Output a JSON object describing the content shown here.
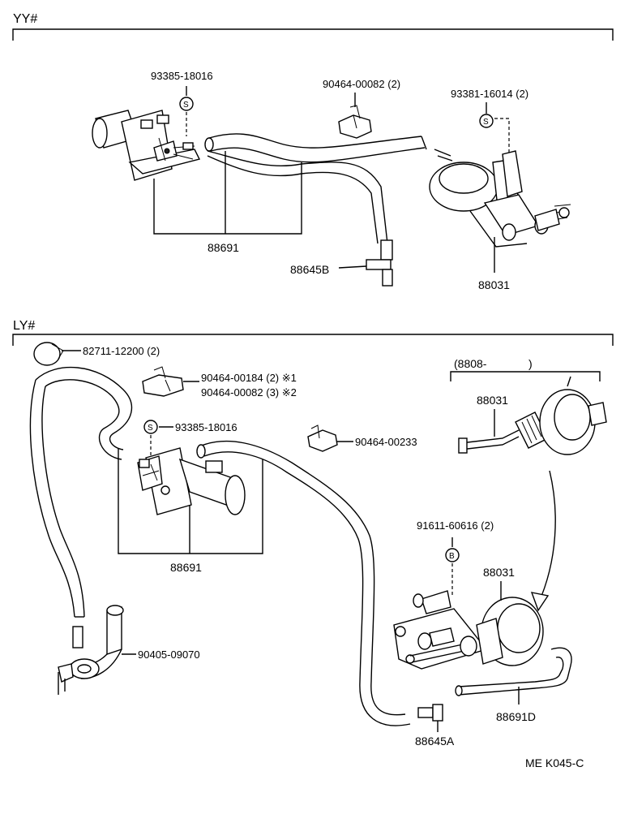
{
  "sections": {
    "upper": {
      "label": "YY#"
    },
    "lower": {
      "label": "LY#"
    }
  },
  "upper": {
    "bolt_label": "93385-18016",
    "bolt_badge": "S",
    "clamp_label": "90464-00082 (2)",
    "screw_label": "93381-16014 (2)",
    "screw_badge": "S",
    "hose_label": "88691",
    "tee_label": "88645B",
    "actuator_label": "88031"
  },
  "lower": {
    "band_clamp_label": "82711-12200 (2)",
    "clamp1_label": "90464-00184 (2) ※1",
    "clamp2_label": "90464-00082 (3) ※2",
    "bolt_label": "93385-18016",
    "bolt_badge": "S",
    "clip_label": "90464-00233",
    "group_label": "(8808-",
    "group_close": ")",
    "actuator_top_label": "88031",
    "bolt_b_label": "91611-60616 (2)",
    "bolt_b_badge": "B",
    "actuator_label": "88031",
    "vsv_label": "88691",
    "union_label": "90405-09070",
    "hose_d_label": "88691D",
    "tee_label": "88645A"
  },
  "footer": {
    "code": "ME  K045-C"
  },
  "icons": [
    "bolt-s-icon",
    "bolt-b-icon",
    "vsv-icon",
    "actuator-icon",
    "hose-clamp-icon",
    "tee-joint-icon",
    "arrow-icon"
  ]
}
